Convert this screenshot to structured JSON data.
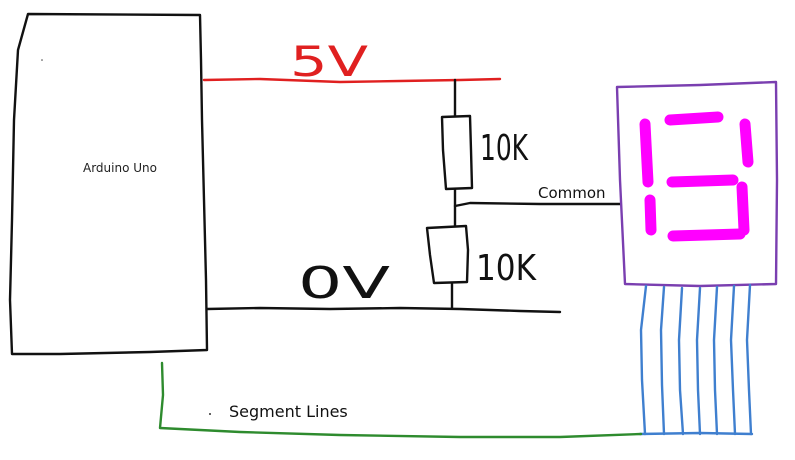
{
  "labels": {
    "board": "Arduino Uno",
    "supply": "5V",
    "ground": "0V",
    "r1": "10K",
    "r2": "10K",
    "common": "Common",
    "segment_lines": "Segment Lines"
  },
  "colors": {
    "supply_wire": "#e02020",
    "ground_wire": "#111111",
    "segment_wire": "#2e8b2e",
    "segment_bus": "#3f7fcf",
    "display_border": "#7a3fb0",
    "display_segments": "#ff00ff"
  }
}
